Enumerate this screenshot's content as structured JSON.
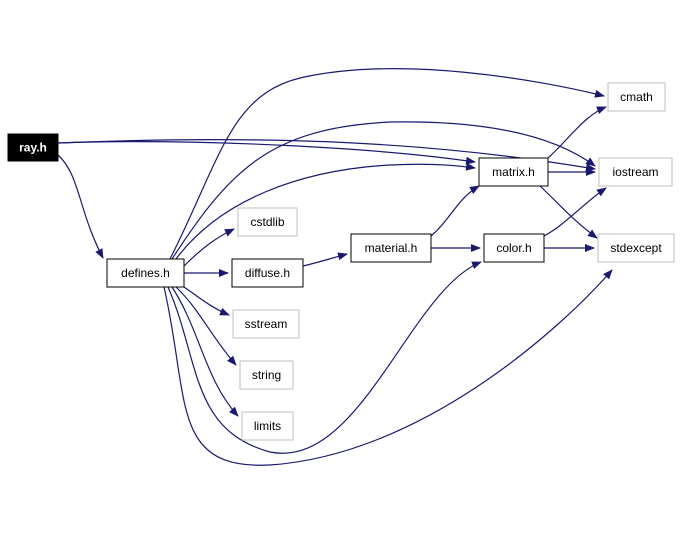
{
  "colors": {
    "edge": "#191970",
    "node_border_local": "#000000",
    "node_border_system": "#bfbfbf",
    "root_fill": "#000000",
    "root_text": "#ffffff",
    "node_fill": "#ffffff",
    "node_text": "#000000"
  },
  "nodes": [
    {
      "id": "ray_h",
      "label": "ray.h",
      "kind": "root"
    },
    {
      "id": "defines_h",
      "label": "defines.h",
      "kind": "local"
    },
    {
      "id": "cstdlib",
      "label": "cstdlib",
      "kind": "system"
    },
    {
      "id": "diffuse_h",
      "label": "diffuse.h",
      "kind": "local"
    },
    {
      "id": "sstream",
      "label": "sstream",
      "kind": "system"
    },
    {
      "id": "string",
      "label": "string",
      "kind": "system"
    },
    {
      "id": "limits",
      "label": "limits",
      "kind": "system"
    },
    {
      "id": "material_h",
      "label": "material.h",
      "kind": "local"
    },
    {
      "id": "matrix_h",
      "label": "matrix.h",
      "kind": "local"
    },
    {
      "id": "color_h",
      "label": "color.h",
      "kind": "local"
    },
    {
      "id": "cmath",
      "label": "cmath",
      "kind": "system"
    },
    {
      "id": "iostream",
      "label": "iostream",
      "kind": "system"
    },
    {
      "id": "stdexcept",
      "label": "stdexcept",
      "kind": "system"
    }
  ],
  "edges": [
    {
      "from": "ray_h",
      "to": "defines_h"
    },
    {
      "from": "ray_h",
      "to": "matrix_h"
    },
    {
      "from": "ray_h",
      "to": "iostream"
    },
    {
      "from": "defines_h",
      "to": "cmath"
    },
    {
      "from": "defines_h",
      "to": "iostream"
    },
    {
      "from": "defines_h",
      "to": "matrix_h"
    },
    {
      "from": "defines_h",
      "to": "cstdlib"
    },
    {
      "from": "defines_h",
      "to": "diffuse_h"
    },
    {
      "from": "defines_h",
      "to": "sstream"
    },
    {
      "from": "defines_h",
      "to": "string"
    },
    {
      "from": "defines_h",
      "to": "limits"
    },
    {
      "from": "defines_h",
      "to": "color_h"
    },
    {
      "from": "defines_h",
      "to": "stdexcept"
    },
    {
      "from": "diffuse_h",
      "to": "material_h"
    },
    {
      "from": "material_h",
      "to": "matrix_h"
    },
    {
      "from": "material_h",
      "to": "color_h"
    },
    {
      "from": "matrix_h",
      "to": "cmath"
    },
    {
      "from": "matrix_h",
      "to": "iostream"
    },
    {
      "from": "matrix_h",
      "to": "stdexcept"
    },
    {
      "from": "color_h",
      "to": "iostream"
    },
    {
      "from": "color_h",
      "to": "stdexcept"
    }
  ]
}
